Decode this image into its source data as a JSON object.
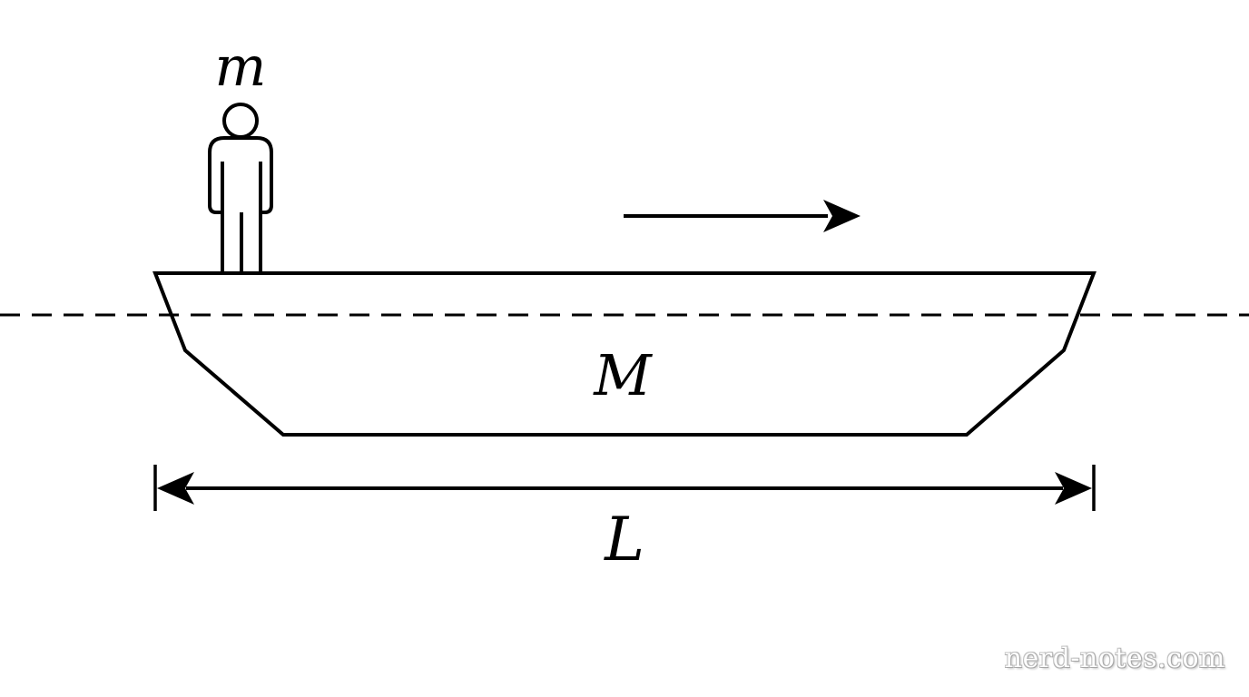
{
  "labels": {
    "person_mass": "m",
    "boat_mass": "M",
    "boat_length": "L"
  },
  "watermark": "nerd-notes.com",
  "colors": {
    "stroke": "#000000",
    "background": "#ffffff",
    "watermark": "#b0b0b0"
  }
}
